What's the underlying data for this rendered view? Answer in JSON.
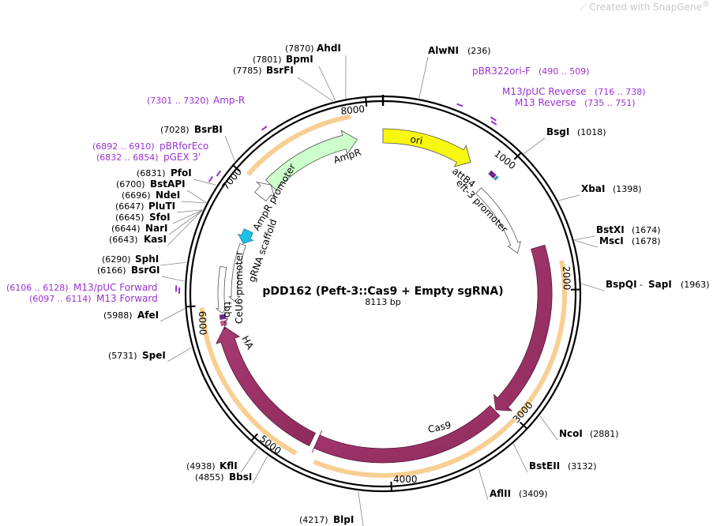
{
  "watermark": {
    "prefix": "Created with ",
    "brand": "SnapGene",
    "mark": "®"
  },
  "plasmid": {
    "name": "pDD162 (Peft-3::Cas9 + Empty sgRNA)",
    "length_label": "8113 bp",
    "length": 8113
  },
  "ticks": [
    "1000",
    "2000",
    "3000",
    "4000",
    "5000",
    "6000",
    "7000",
    "8000"
  ],
  "enzymes": [
    {
      "name": "AhdI",
      "pos": "(7870)"
    },
    {
      "name": "BpmI",
      "pos": "(7801)"
    },
    {
      "name": "BsrFI",
      "pos": "(7785)"
    },
    {
      "name": "AlwNI",
      "pos": "(236)"
    },
    {
      "name": "BsgI",
      "pos": "(1018)"
    },
    {
      "name": "XbaI",
      "pos": "(1398)"
    },
    {
      "name": "BstXI",
      "pos": "(1674)"
    },
    {
      "name": "MscI",
      "pos": "(1678)"
    },
    {
      "name": "BspQI",
      "pos": "(1963)",
      "alt": "SapI"
    },
    {
      "name": "NcoI",
      "pos": "(2881)"
    },
    {
      "name": "BstEII",
      "pos": "(3132)"
    },
    {
      "name": "AflII",
      "pos": "(3409)"
    },
    {
      "name": "BlpI",
      "pos": "(4217)"
    },
    {
      "name": "KflI",
      "pos": "(4938)"
    },
    {
      "name": "BbsI",
      "pos": "(4855)"
    },
    {
      "name": "SpeI",
      "pos": "(5731)"
    },
    {
      "name": "AfeI",
      "pos": "(5988)"
    },
    {
      "name": "BsrGI",
      "pos": "(6166)"
    },
    {
      "name": "SphI",
      "pos": "(6290)"
    },
    {
      "name": "KasI",
      "pos": "(6643)"
    },
    {
      "name": "NarI",
      "pos": "(6644)"
    },
    {
      "name": "SfoI",
      "pos": "(6645)"
    },
    {
      "name": "PluTI",
      "pos": "(6647)"
    },
    {
      "name": "NdeI",
      "pos": "(6696)"
    },
    {
      "name": "BstAPI",
      "pos": "(6700)"
    },
    {
      "name": "PfoI",
      "pos": "(6831)"
    },
    {
      "name": "BsrBI",
      "pos": "(7028)"
    }
  ],
  "primers": [
    {
      "name": "Amp-R",
      "pos": "(7301 .. 7320)"
    },
    {
      "name": "pBR322ori-F",
      "pos": "(490 .. 509)"
    },
    {
      "name": "M13/pUC Reverse",
      "pos": "(716 .. 738)"
    },
    {
      "name": "M13 Reverse",
      "pos": "(735 .. 751)"
    },
    {
      "name": "pBRforEco",
      "pos": "(6892 .. 6910)"
    },
    {
      "name": "pGEX 3'",
      "pos": "(6832 .. 6854)"
    },
    {
      "name": "M13/pUC Forward",
      "pos": "(6106 .. 6128)"
    },
    {
      "name": "M13 Forward",
      "pos": "(6097 .. 6114)"
    }
  ],
  "features": {
    "ori": "ori",
    "ampr": "AmpR",
    "ampr_promoter": "AmpR promoter",
    "attb4": "attB4",
    "eft3": "eft-3 promoter",
    "cas9": "Cas9",
    "ha": "HA",
    "tbb": "tbb-...",
    "u6": "CeU6 promoter",
    "grna": "gRNA scaffold"
  },
  "colors": {
    "cas9": "#9c2f65",
    "ori": "#f7f711",
    "ampr": "#ccffcc",
    "grna": "#1ec0e8",
    "orf": "#f2a83b",
    "primer": "#9b30d0",
    "backbone": "#000000"
  }
}
